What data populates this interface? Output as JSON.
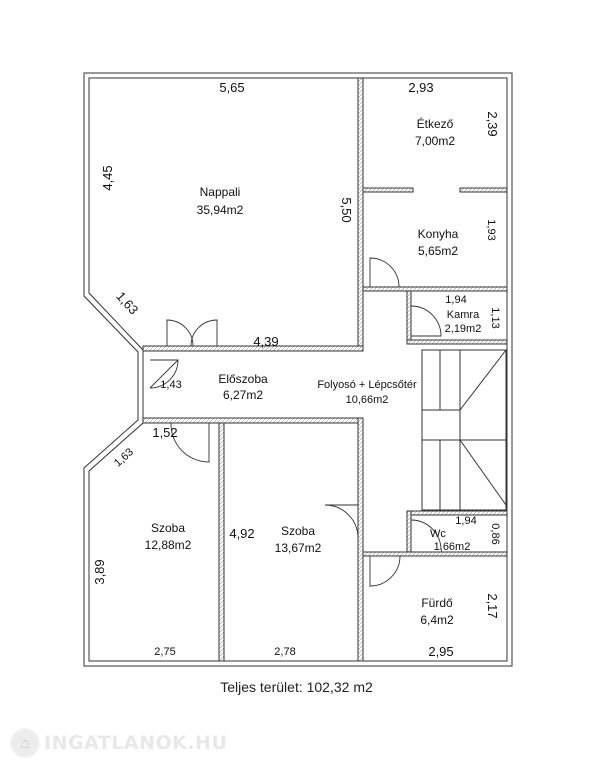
{
  "rooms": {
    "nappali": {
      "name": "Nappali",
      "area": "35,94m2"
    },
    "etkezo": {
      "name": "Étkező",
      "area": "7,00m2"
    },
    "konyha": {
      "name": "Konyha",
      "area": "5,65m2"
    },
    "kamra": {
      "name": "Kamra",
      "area": "2,19m2"
    },
    "eloszoba": {
      "name": "Előszoba",
      "area": "6,27m2"
    },
    "folyoso": {
      "name": "Folyosó + Lépcsőtér",
      "area": "10,66m2"
    },
    "szoba1": {
      "name": "Szoba",
      "area": "12,88m2"
    },
    "szoba2": {
      "name": "Szoba",
      "area": "13,67m2"
    },
    "wc": {
      "name": "Wc",
      "area": "1,66m2"
    },
    "furdo": {
      "name": "Fürdő",
      "area": "6,4m2"
    }
  },
  "dimensions": {
    "nappali_width": "5,65",
    "nappali_height": "4,45",
    "nappali_right": "5,50",
    "nappali_diag": "1,63",
    "nappali_bottom": "4,39",
    "etkezo_width": "2,93",
    "etkezo_height": "2,39",
    "konyha_height": "1,93",
    "kamra_width": "1,94",
    "kamra_height": "1,13",
    "eloszoba_height": "1,43",
    "eloszoba_width": "1,52",
    "szoba1_diag": "1,63",
    "szoba1_height": "3,89",
    "szoba1_width": "2,75",
    "szoba2_height": "4,92",
    "szoba2_width": "2,78",
    "wc_width": "1,94",
    "wc_height": "0,86",
    "furdo_height": "2,17",
    "furdo_width": "2,95"
  },
  "total_area": "Teljes terület: 102,32 m2",
  "watermark": {
    "text": "INGATLANOK.HU",
    "icon": "house-icon"
  }
}
